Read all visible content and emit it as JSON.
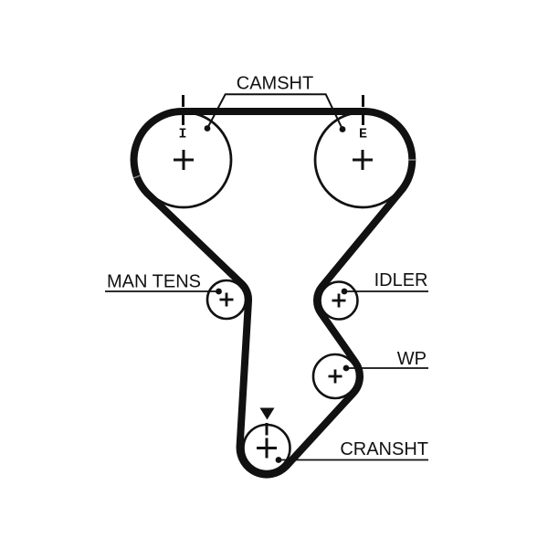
{
  "diagram": {
    "labels": {
      "camshaft": "CAMSHT",
      "manual_tensioner": "MAN TENS",
      "idler": "IDLER",
      "water_pump": "WP",
      "crankshaft": "CRANSHT"
    },
    "marks": {
      "intake": "I",
      "exhaust": "E"
    },
    "colors": {
      "ink": "#111111",
      "belt": "#111111",
      "seam": "#8a8a8a",
      "background": "#ffffff"
    }
  }
}
